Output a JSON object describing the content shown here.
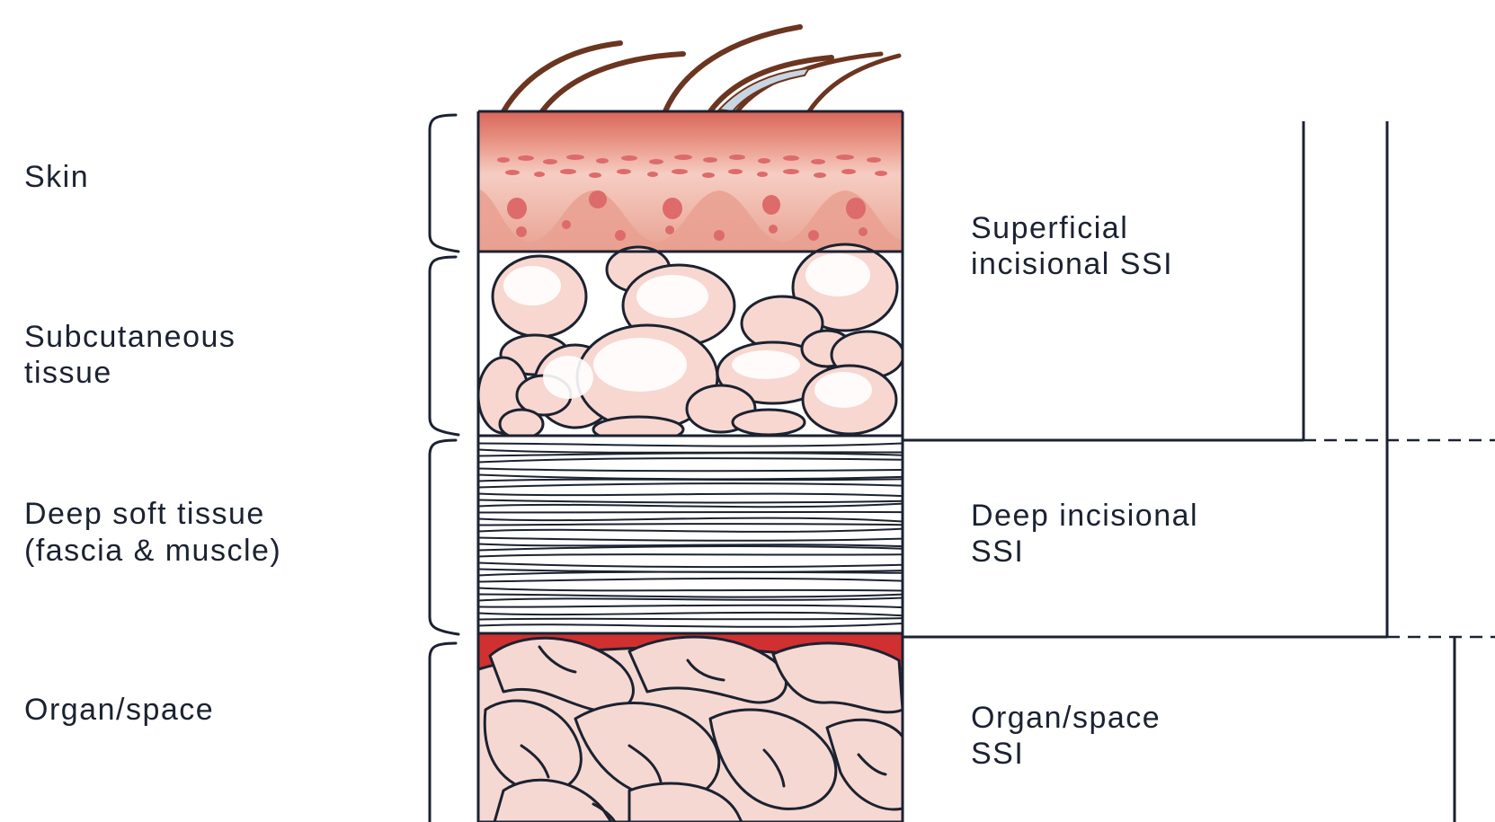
{
  "layers": [
    {
      "lines": [
        "Skin"
      ]
    },
    {
      "lines": [
        "Subcutaneous",
        "tissue"
      ]
    },
    {
      "lines": [
        "Deep soft tissue",
        "(fascia & muscle)"
      ]
    },
    {
      "lines": [
        "Organ/space"
      ]
    }
  ],
  "ssi_categories": [
    {
      "lines": [
        "Superficial",
        "incisional SSI"
      ]
    },
    {
      "lines": [
        "Deep incisional",
        "SSI"
      ]
    },
    {
      "lines": [
        "Organ/space",
        "SSI"
      ]
    }
  ],
  "colors": {
    "outline": "#1b2230",
    "skin_top": "#d8675a",
    "skin_mid": "#f0b3a6",
    "skin_dot": "#dd6b6b",
    "fat_fill": "#f7d7d0",
    "organ_red": "#d03030",
    "organ_fill": "#f6d8d2"
  }
}
